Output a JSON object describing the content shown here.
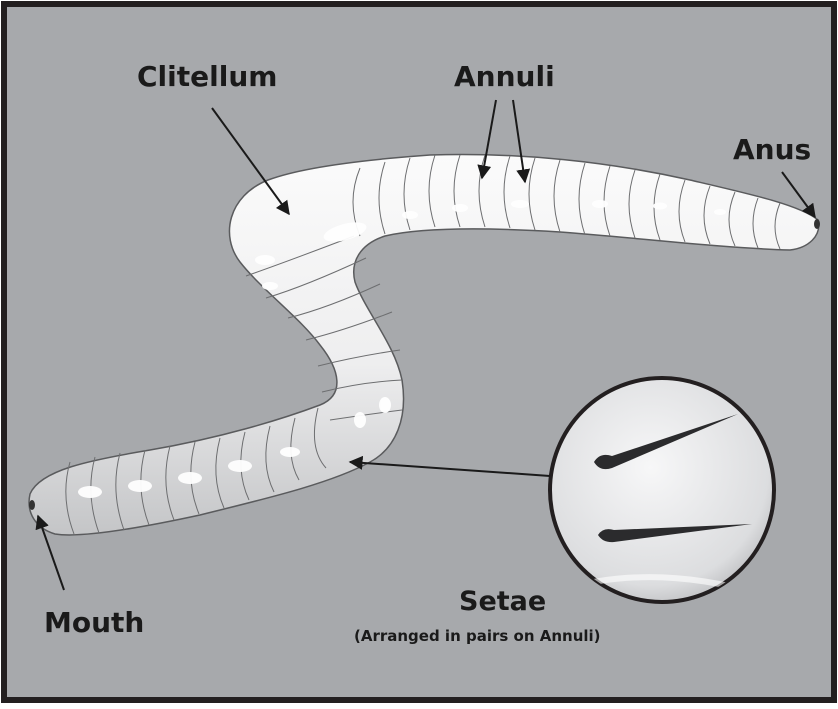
{
  "labels": {
    "clitellum": "Clitellum",
    "annuli": "Annuli",
    "anus": "Anus",
    "mouth": "Mouth",
    "setae": "Setae",
    "setae_note": "(Arranged in pairs on Annuli)"
  },
  "colors": {
    "background": "#a7a9ac",
    "frame": "#231f20",
    "worm_body": "#f2f2f3",
    "worm_shade": "#c9cacc",
    "segment_line": "#6d6e70",
    "arrow": "#1a1a1a",
    "bristle": "#2b2b2d"
  }
}
